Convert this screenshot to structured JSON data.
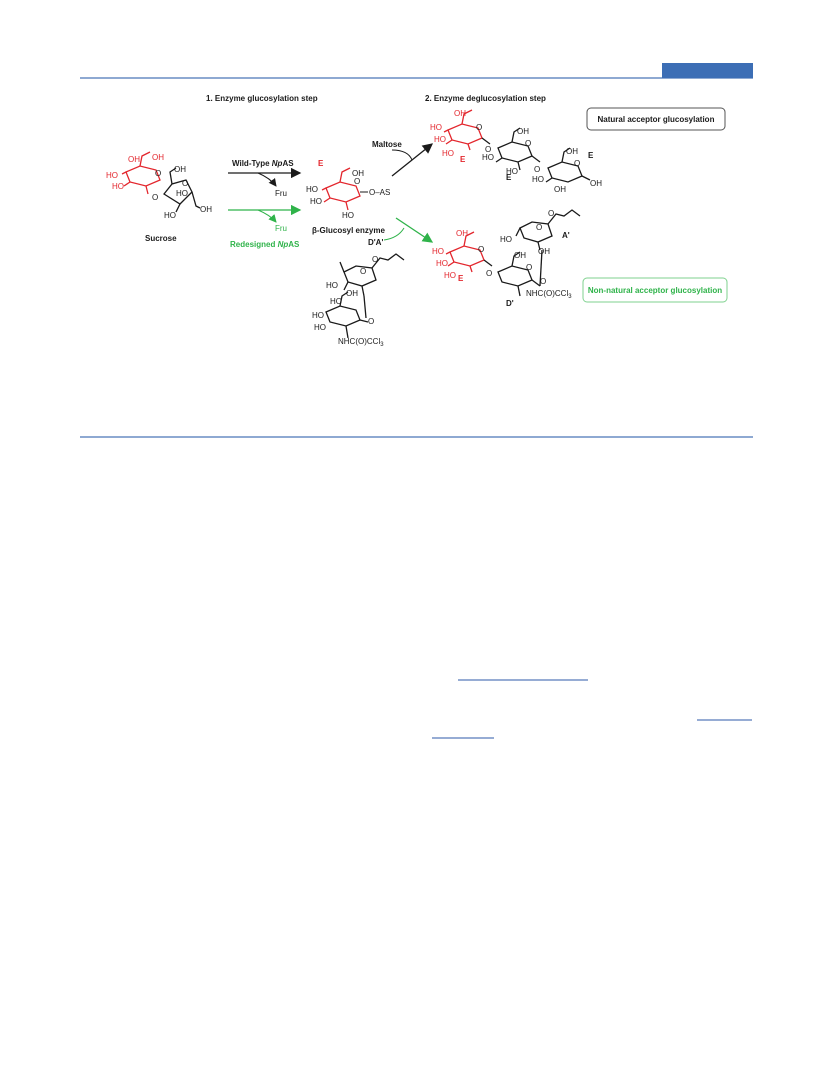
{
  "page": {
    "accent_color": "#4a76b8",
    "header_tab_color": "#3c6eb5",
    "link_color": "#2e5aa8"
  },
  "scheme": {
    "step1_title": "1. Enzyme glucosylation step",
    "step2_title": "2. Enzyme deglucosylation step",
    "sucrose_label": "Sucrose",
    "wild_type_prefix": "Wild-Type ",
    "wild_type_italic": "Np",
    "wild_type_suffix": "AS",
    "fru_black": "Fru",
    "fru_green": "Fru",
    "redesigned_prefix": "Redesigned ",
    "redesigned_italic": "Np",
    "redesigned_suffix": "AS",
    "glucosyl_enzyme_label": "β-Glucosyl enzyme",
    "glucosyl_enzyme_sub": "O–AS",
    "maltose_label": "Maltose",
    "dpa_label": "D'A'",
    "unit_e": "E",
    "unit_a_prime": "A'",
    "unit_d_prime": "D'",
    "nhc_label": "NHC(O)CCl",
    "nhc_sub": "3",
    "oh": "OH",
    "ho": "HO",
    "o": "O",
    "natural_box": "Natural acceptor glucosylation",
    "nonnatural_box": "Non-natural acceptor glucosylation",
    "colors": {
      "glucose_red": "#e3262d",
      "redesigned_green": "#2fb34a",
      "black": "#1a1a1a"
    }
  }
}
